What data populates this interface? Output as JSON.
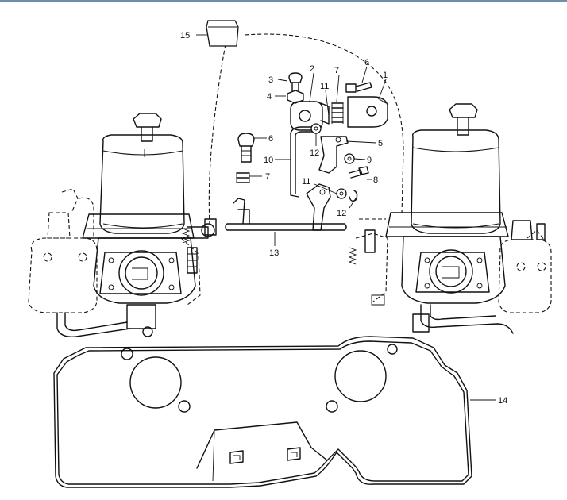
{
  "callouts": [
    {
      "id": "c15",
      "text": "15"
    },
    {
      "id": "c3",
      "text": "3"
    },
    {
      "id": "c2",
      "text": "2"
    },
    {
      "id": "c7a",
      "text": "7"
    },
    {
      "id": "c6a",
      "text": "6"
    },
    {
      "id": "c1",
      "text": "1"
    },
    {
      "id": "c4",
      "text": "4"
    },
    {
      "id": "c11a",
      "text": "11"
    },
    {
      "id": "c6b",
      "text": "6"
    },
    {
      "id": "c5",
      "text": "5"
    },
    {
      "id": "c10",
      "text": "10"
    },
    {
      "id": "c12a",
      "text": "12"
    },
    {
      "id": "c9",
      "text": "9"
    },
    {
      "id": "c7b",
      "text": "7"
    },
    {
      "id": "c8",
      "text": "8"
    },
    {
      "id": "c11b",
      "text": "11"
    },
    {
      "id": "c12b",
      "text": "12"
    },
    {
      "id": "c13",
      "text": "13"
    },
    {
      "id": "c14",
      "text": "14"
    }
  ]
}
